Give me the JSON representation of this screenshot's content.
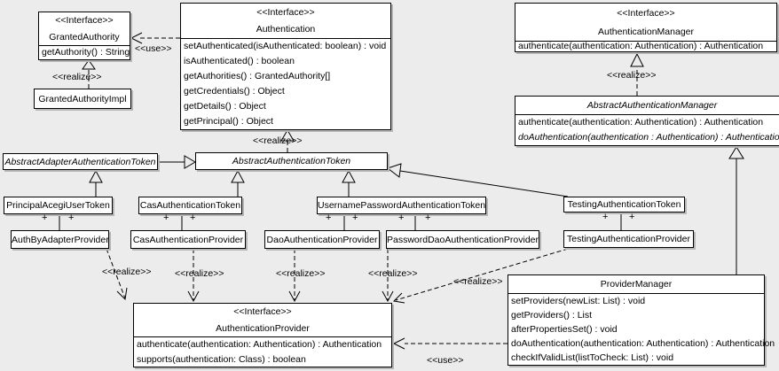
{
  "labels": {
    "interface": "<<Interface>>",
    "realize": "<<realize>>",
    "use": "<<use>>",
    "plus": "+"
  },
  "boxes": {
    "granted_authority": {
      "name": "GrantedAuthority",
      "methods": [
        "getAuthority() : String"
      ]
    },
    "granted_authority_impl": {
      "name": "GrantedAuthorityImpl"
    },
    "authentication": {
      "name": "Authentication",
      "methods": [
        "setAuthenticated(isAuthenticated: boolean) : void",
        "isAuthenticated() : boolean",
        "getAuthorities() : GrantedAuthority[]",
        "getCredentials() : Object",
        "getDetails() : Object",
        "getPrincipal() : Object"
      ]
    },
    "authentication_manager": {
      "name": "AuthenticationManager",
      "methods": [
        "authenticate(authentication: Authentication) : Authentication"
      ]
    },
    "abstract_authentication_manager": {
      "name": "AbstractAuthenticationManager",
      "methods": [
        "authenticate(authentication: Authentication) : Authentication",
        "doAuthentication(authentication : Authentication) : Authentication"
      ]
    },
    "abstract_adapter_authentication_token": {
      "name": "AbstractAdapterAuthenticationToken"
    },
    "abstract_authentication_token": {
      "name": "AbstractAuthenticationToken"
    },
    "principal_acegi_user_token": {
      "name": "PrincipalAcegiUserToken"
    },
    "cas_authentication_token": {
      "name": "CasAuthenticationToken"
    },
    "username_password_authentication_token": {
      "name": "UsernamePasswordAuthenticationToken"
    },
    "testing_authentication_token": {
      "name": "TestingAuthenticationToken"
    },
    "auth_by_adapter_provider": {
      "name": "AuthByAdapterProvider"
    },
    "cas_authentication_provider": {
      "name": "CasAuthenticationProvider"
    },
    "dao_authentication_provider": {
      "name": "DaoAuthenticationProvider"
    },
    "password_dao_authentication_provider": {
      "name": "PasswordDaoAuthenticationProvider"
    },
    "testing_authentication_provider": {
      "name": "TestingAuthenticationProvider"
    },
    "authentication_provider": {
      "name": "AuthenticationProvider",
      "methods": [
        "authenticate(authentication: Authentication) : Authentication",
        "supports(authentication: Class) : boolean"
      ]
    },
    "provider_manager": {
      "name": "ProviderManager",
      "methods": [
        "setProviders(newList: List) : void",
        "getProviders() : List",
        "afterPropertiesSet() : void",
        "doAuthentication(authentication: Authentication) : Authentication",
        "checkIfValidList(listToCheck: List) : void"
      ]
    }
  }
}
